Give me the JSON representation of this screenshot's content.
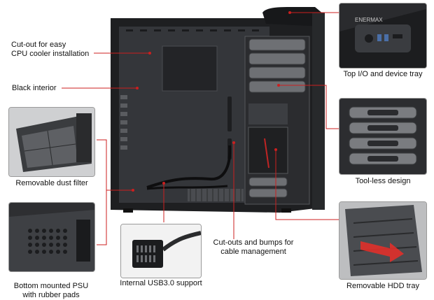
{
  "labels": {
    "cpu_cooler": "Cut-out for easy\nCPU cooler installation",
    "black_interior": "Black interior",
    "dust_filter": "Removable dust filter",
    "psu": "Bottom mounted PSU\nwith rubber pads",
    "usb": "Internal USB3.0 support",
    "cable": "Cut-outs and bumps for\ncable management",
    "top_io": "Top I/O and device tray",
    "toolless": "Tool-less design",
    "hdd_tray": "Removable HDD tray"
  },
  "brand": "ENERMAX",
  "colors": {
    "callout": "#cc1f1f",
    "case_dark": "#2a2b2d",
    "case_mid": "#3a3c3f",
    "arrow": "#e0302a"
  }
}
